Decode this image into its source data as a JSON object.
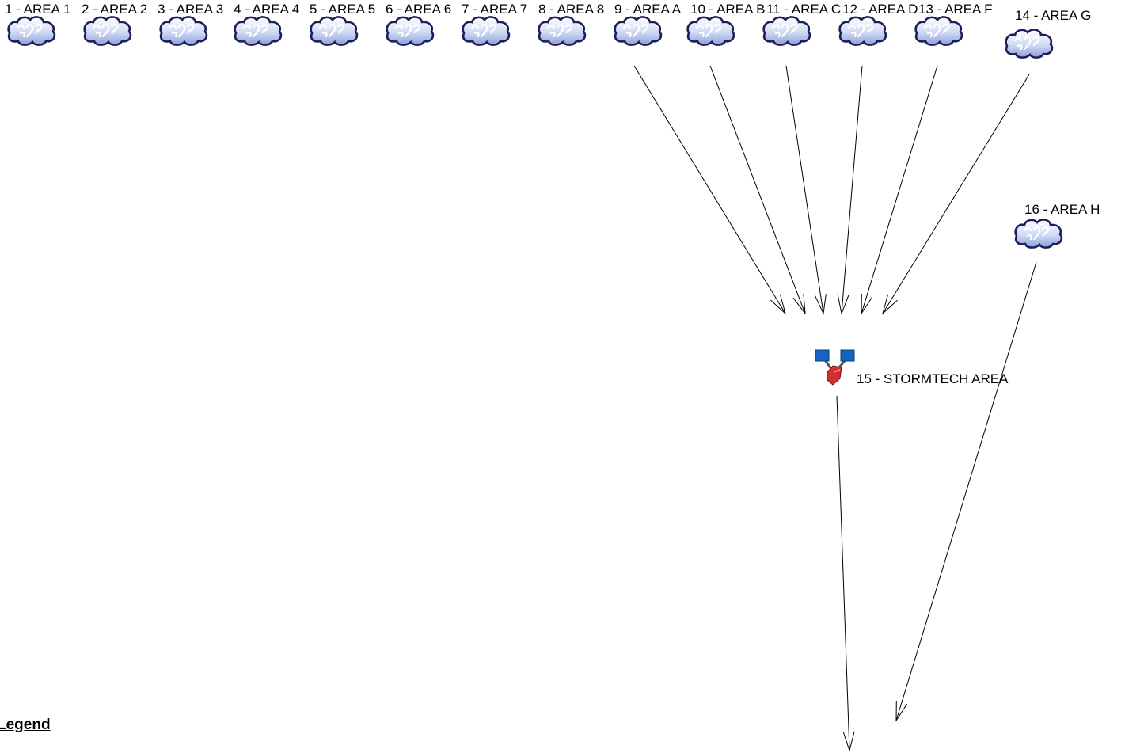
{
  "diagram": {
    "nodes": [
      {
        "id": "n1",
        "label": "1 - AREA 1",
        "icon": "subcatchment-cloud-icon"
      },
      {
        "id": "n2",
        "label": "2 - AREA 2",
        "icon": "subcatchment-cloud-icon"
      },
      {
        "id": "n3",
        "label": "3 - AREA 3",
        "icon": "subcatchment-cloud-icon"
      },
      {
        "id": "n4",
        "label": "4 - AREA 4",
        "icon": "subcatchment-cloud-icon"
      },
      {
        "id": "n5",
        "label": "5 - AREA 5",
        "icon": "subcatchment-cloud-icon"
      },
      {
        "id": "n6",
        "label": "6 - AREA 6",
        "icon": "subcatchment-cloud-icon"
      },
      {
        "id": "n7",
        "label": "7 - AREA 7",
        "icon": "subcatchment-cloud-icon"
      },
      {
        "id": "n8",
        "label": "8 - AREA 8",
        "icon": "subcatchment-cloud-icon"
      },
      {
        "id": "n9",
        "label": "9 - AREA A",
        "icon": "subcatchment-cloud-icon"
      },
      {
        "id": "n10",
        "label": "10 - AREA B",
        "icon": "subcatchment-cloud-icon"
      },
      {
        "id": "n11",
        "label": "11 - AREA C",
        "icon": "subcatchment-cloud-icon"
      },
      {
        "id": "n12",
        "label": "12 - AREA D",
        "icon": "subcatchment-cloud-icon"
      },
      {
        "id": "n13",
        "label": "13 - AREA F",
        "icon": "subcatchment-cloud-icon"
      },
      {
        "id": "n14",
        "label": "14 - AREA G",
        "icon": "subcatchment-cloud-icon"
      },
      {
        "id": "n15",
        "label": "15 - STORMTECH AREA",
        "icon": "pond-reach-icon"
      },
      {
        "id": "n16",
        "label": "16 - AREA H",
        "icon": "subcatchment-cloud-icon"
      }
    ],
    "edges": [
      {
        "from": "n9",
        "to": "n15"
      },
      {
        "from": "n10",
        "to": "n15"
      },
      {
        "from": "n11",
        "to": "n15"
      },
      {
        "from": "n12",
        "to": "n15"
      },
      {
        "from": "n13",
        "to": "n15"
      },
      {
        "from": "n14",
        "to": "n15"
      },
      {
        "from": "n15",
        "to": "offpage"
      },
      {
        "from": "n16",
        "to": "offpage"
      }
    ]
  },
  "legend": {
    "title": "Legend"
  },
  "colors": {
    "cloud_fill": "#dfe7fb",
    "cloud_outline": "#1e1e5a",
    "cloud_highlight": "#ffffff",
    "pond_blue": "#1565c0",
    "pond_red": "#d32f2f",
    "line": "#000000"
  }
}
